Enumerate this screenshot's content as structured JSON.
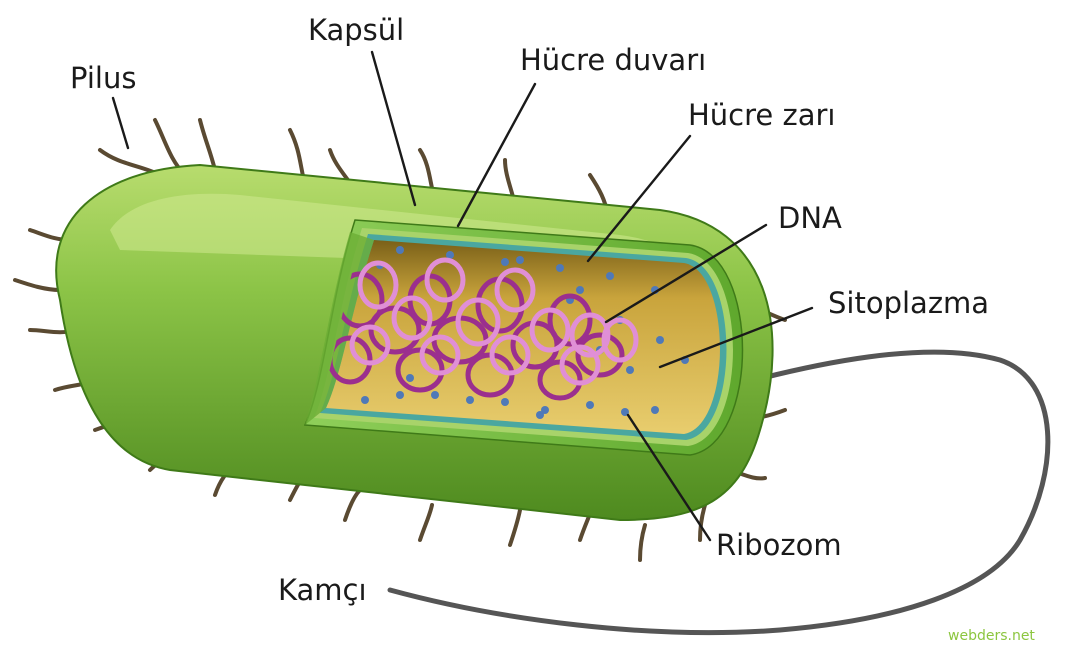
{
  "labels": {
    "pilus": "Pilus",
    "kapsul": "Kapsül",
    "hucre_duvari": "Hücre duvarı",
    "hucre_zari": "Hücre zarı",
    "dna": "DNA",
    "sitoplazma": "Sitoplazma",
    "ribozom": "Ribozom",
    "kamci": "Kamçı"
  },
  "watermark": "webders.net",
  "colors": {
    "capsule_green": "#7cb83a",
    "capsule_dark": "#4d8a1e",
    "cell_wall": "#a8d36a",
    "membrane": "#4aa7a0",
    "cytoplasm": "#d9b650",
    "dna": "#b54aa8",
    "ribosome": "#4f79b8",
    "flagellum": "#555555",
    "pili": "#5a4a32"
  }
}
